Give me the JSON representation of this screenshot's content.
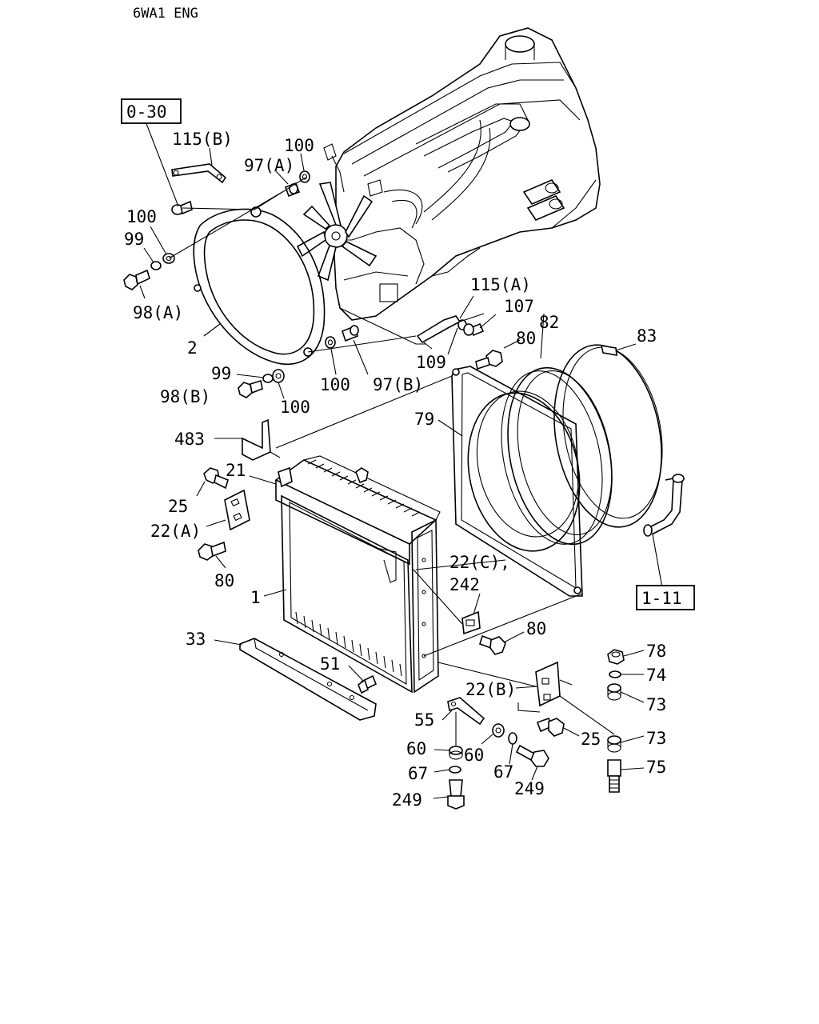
{
  "header": {
    "title": "6WA1 ENG"
  },
  "refs": {
    "ref_top": "0-30",
    "ref_right": "1-11"
  },
  "callouts": {
    "c115b": "115(B)",
    "c97a": "97(A)",
    "c100a": "100",
    "c100b": "100",
    "c99a": "99",
    "c98a": "98(A)",
    "c2": "2",
    "c115a": "115(A)",
    "c107": "107",
    "c109": "109",
    "c100c": "100",
    "c97b": "97(B)",
    "c99b": "99",
    "c98b": "98(B)",
    "c100d": "100",
    "c80a": "80",
    "c82": "82",
    "c83": "83",
    "c79": "79",
    "c483": "483",
    "c21": "21",
    "c25a": "25",
    "c22a": "22(A)",
    "c80b": "80",
    "c1": "1",
    "c22c": "22(C),",
    "c242": "242",
    "c80c": "80",
    "c33": "33",
    "c51": "51",
    "c22b": "22(B)",
    "c55": "55",
    "c60a": "60",
    "c60b": "60",
    "c67a": "67",
    "c67b": "67",
    "c249a": "249",
    "c249b": "249",
    "c25b": "25",
    "c78": "78",
    "c74": "74",
    "c73a": "73",
    "c73b": "73",
    "c75": "75"
  }
}
